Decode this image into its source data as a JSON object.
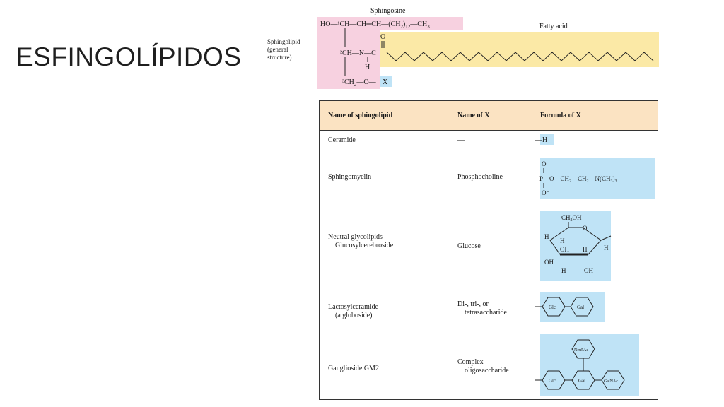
{
  "slide": {
    "title": "ESFINGOLÍPIDOS"
  },
  "structure": {
    "sphingosine_label": "Sphingosine",
    "fatty_acid_label": "Fatty acid",
    "sphingolipid_label": [
      "Sphingolipid",
      "(general",
      "structure)"
    ],
    "x_label": "X",
    "colors": {
      "sphingosine_fill": "#f7d1e0",
      "fatty_acid_fill": "#fbe9a6",
      "x_fill": "#bfe3f6"
    }
  },
  "table": {
    "headers": [
      "Name of sphingolipid",
      "Name of X",
      "Formula of X"
    ],
    "rows": [
      {
        "name": [
          "Ceramide"
        ],
        "x_name": [
          "—"
        ],
        "formula": "—H"
      },
      {
        "name": [
          "Sphingomyelin"
        ],
        "x_name": [
          "Phosphocholine"
        ],
        "formula": "phosphocholine"
      },
      {
        "name": [
          "Neutral glycolipids",
          "Glucosylcerebroside"
        ],
        "x_name": [
          "Glucose"
        ],
        "formula": "glucose"
      },
      {
        "name": [
          "Lactosylceramide",
          "(a globoside)"
        ],
        "x_name": [
          "Di-, tri-, or",
          "tetrasaccharide"
        ],
        "formula": "Glc-Gal"
      },
      {
        "name": [
          "Ganglioside GM2"
        ],
        "x_name": [
          "Complex",
          "oligosaccharide"
        ],
        "formula": "Glc-Gal-GalNAc-Neu5Ac"
      }
    ],
    "sugar_labels": {
      "glc": "Glc",
      "gal": "Gal",
      "galnac": "GalNAc",
      "neu5ac": "Neu5Ac"
    },
    "colors": {
      "header_fill": "#fbe3c2",
      "formula_fill": "#bfe3f6"
    }
  }
}
